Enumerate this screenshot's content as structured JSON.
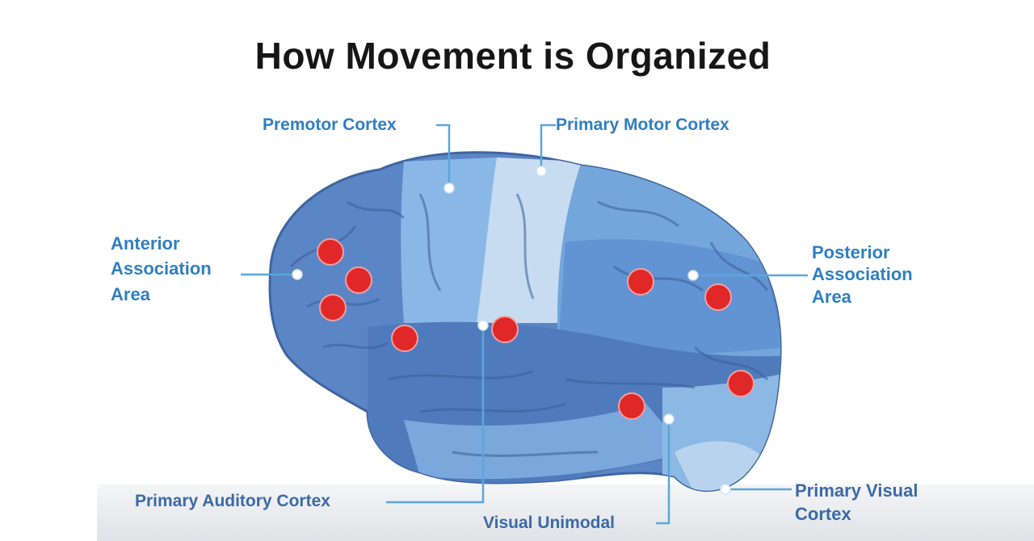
{
  "title": "How Movement is Organized",
  "labels": {
    "premotor": "Premotor Cortex",
    "primary_motor": "Primary Motor Cortex",
    "anterior": [
      "Anterior",
      "Association",
      "Area"
    ],
    "posterior": [
      "Posterior",
      "Association",
      "Area"
    ],
    "auditory": "Primary Auditory Cortex",
    "visual_unimodal": "Visual Unimodal",
    "primary_visual": [
      "Primary Visual",
      "Cortex"
    ]
  },
  "colors": {
    "label": "#2f7fc3",
    "leader_line": "#5aa6dc",
    "red_dot": "#e02828",
    "frontal": "#5b86c6",
    "premotor_band": "#8ab8e6",
    "motor_strip": "#c7dcf1",
    "parietal": "#74a6dc",
    "temporal": "#4f7bbd",
    "occipital": "#8cb8e4"
  }
}
